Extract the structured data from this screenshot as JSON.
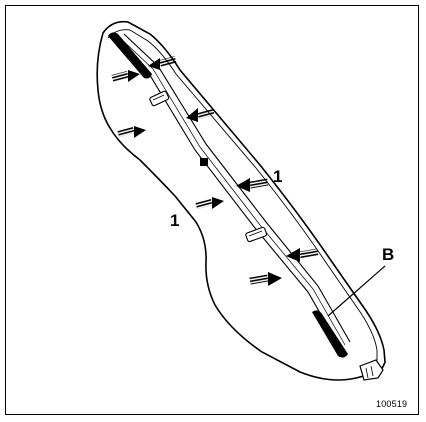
{
  "figure": {
    "labels": {
      "callout_1_right": "1",
      "callout_1_left": "1",
      "callout_b": "B"
    },
    "reference_number": "100519"
  },
  "colors": {
    "ink": "#000000",
    "paper": "#ffffff",
    "part_fill": "#ffffff"
  }
}
